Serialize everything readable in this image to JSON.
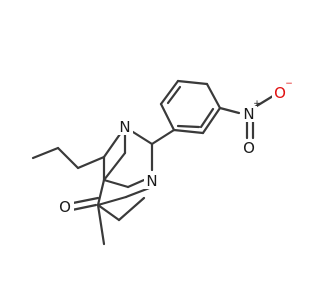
{
  "molecule": {
    "atom_labels": {
      "n_bridge_top": "N",
      "n_bridge_right": "N",
      "nitro_n": "N",
      "nitro_n_charge": "+",
      "nitro_o_double": "O",
      "nitro_o_single": "O",
      "nitro_o_charge": "−",
      "ketone_o": "O"
    },
    "colors": {
      "bond": "#3a3a3a",
      "atom_text": "#1a1a1a",
      "negative_oxygen": "#e01010",
      "background": "#ffffff"
    }
  }
}
